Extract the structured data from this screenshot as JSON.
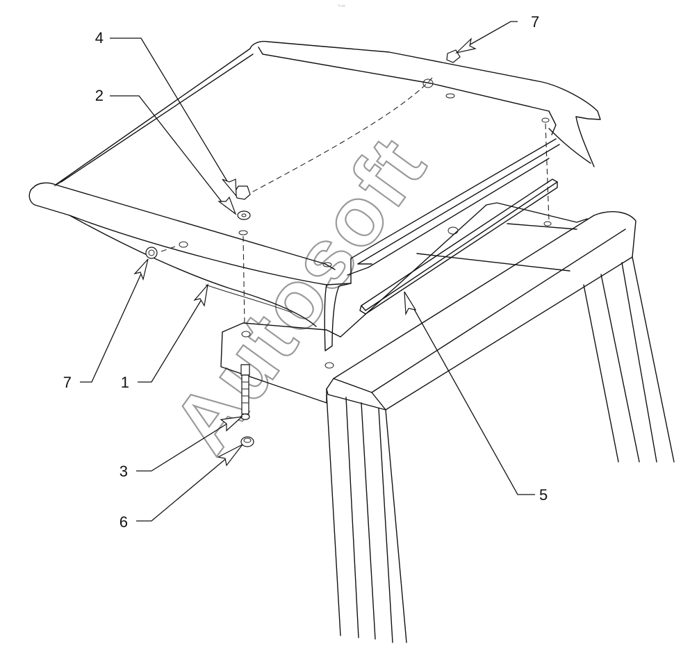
{
  "top_mark": "ⁿ₀ ₒₒₒ",
  "watermark": "Autosoft",
  "callouts": [
    "1",
    "2",
    "3",
    "4",
    "5",
    "6",
    "7",
    "7"
  ]
}
